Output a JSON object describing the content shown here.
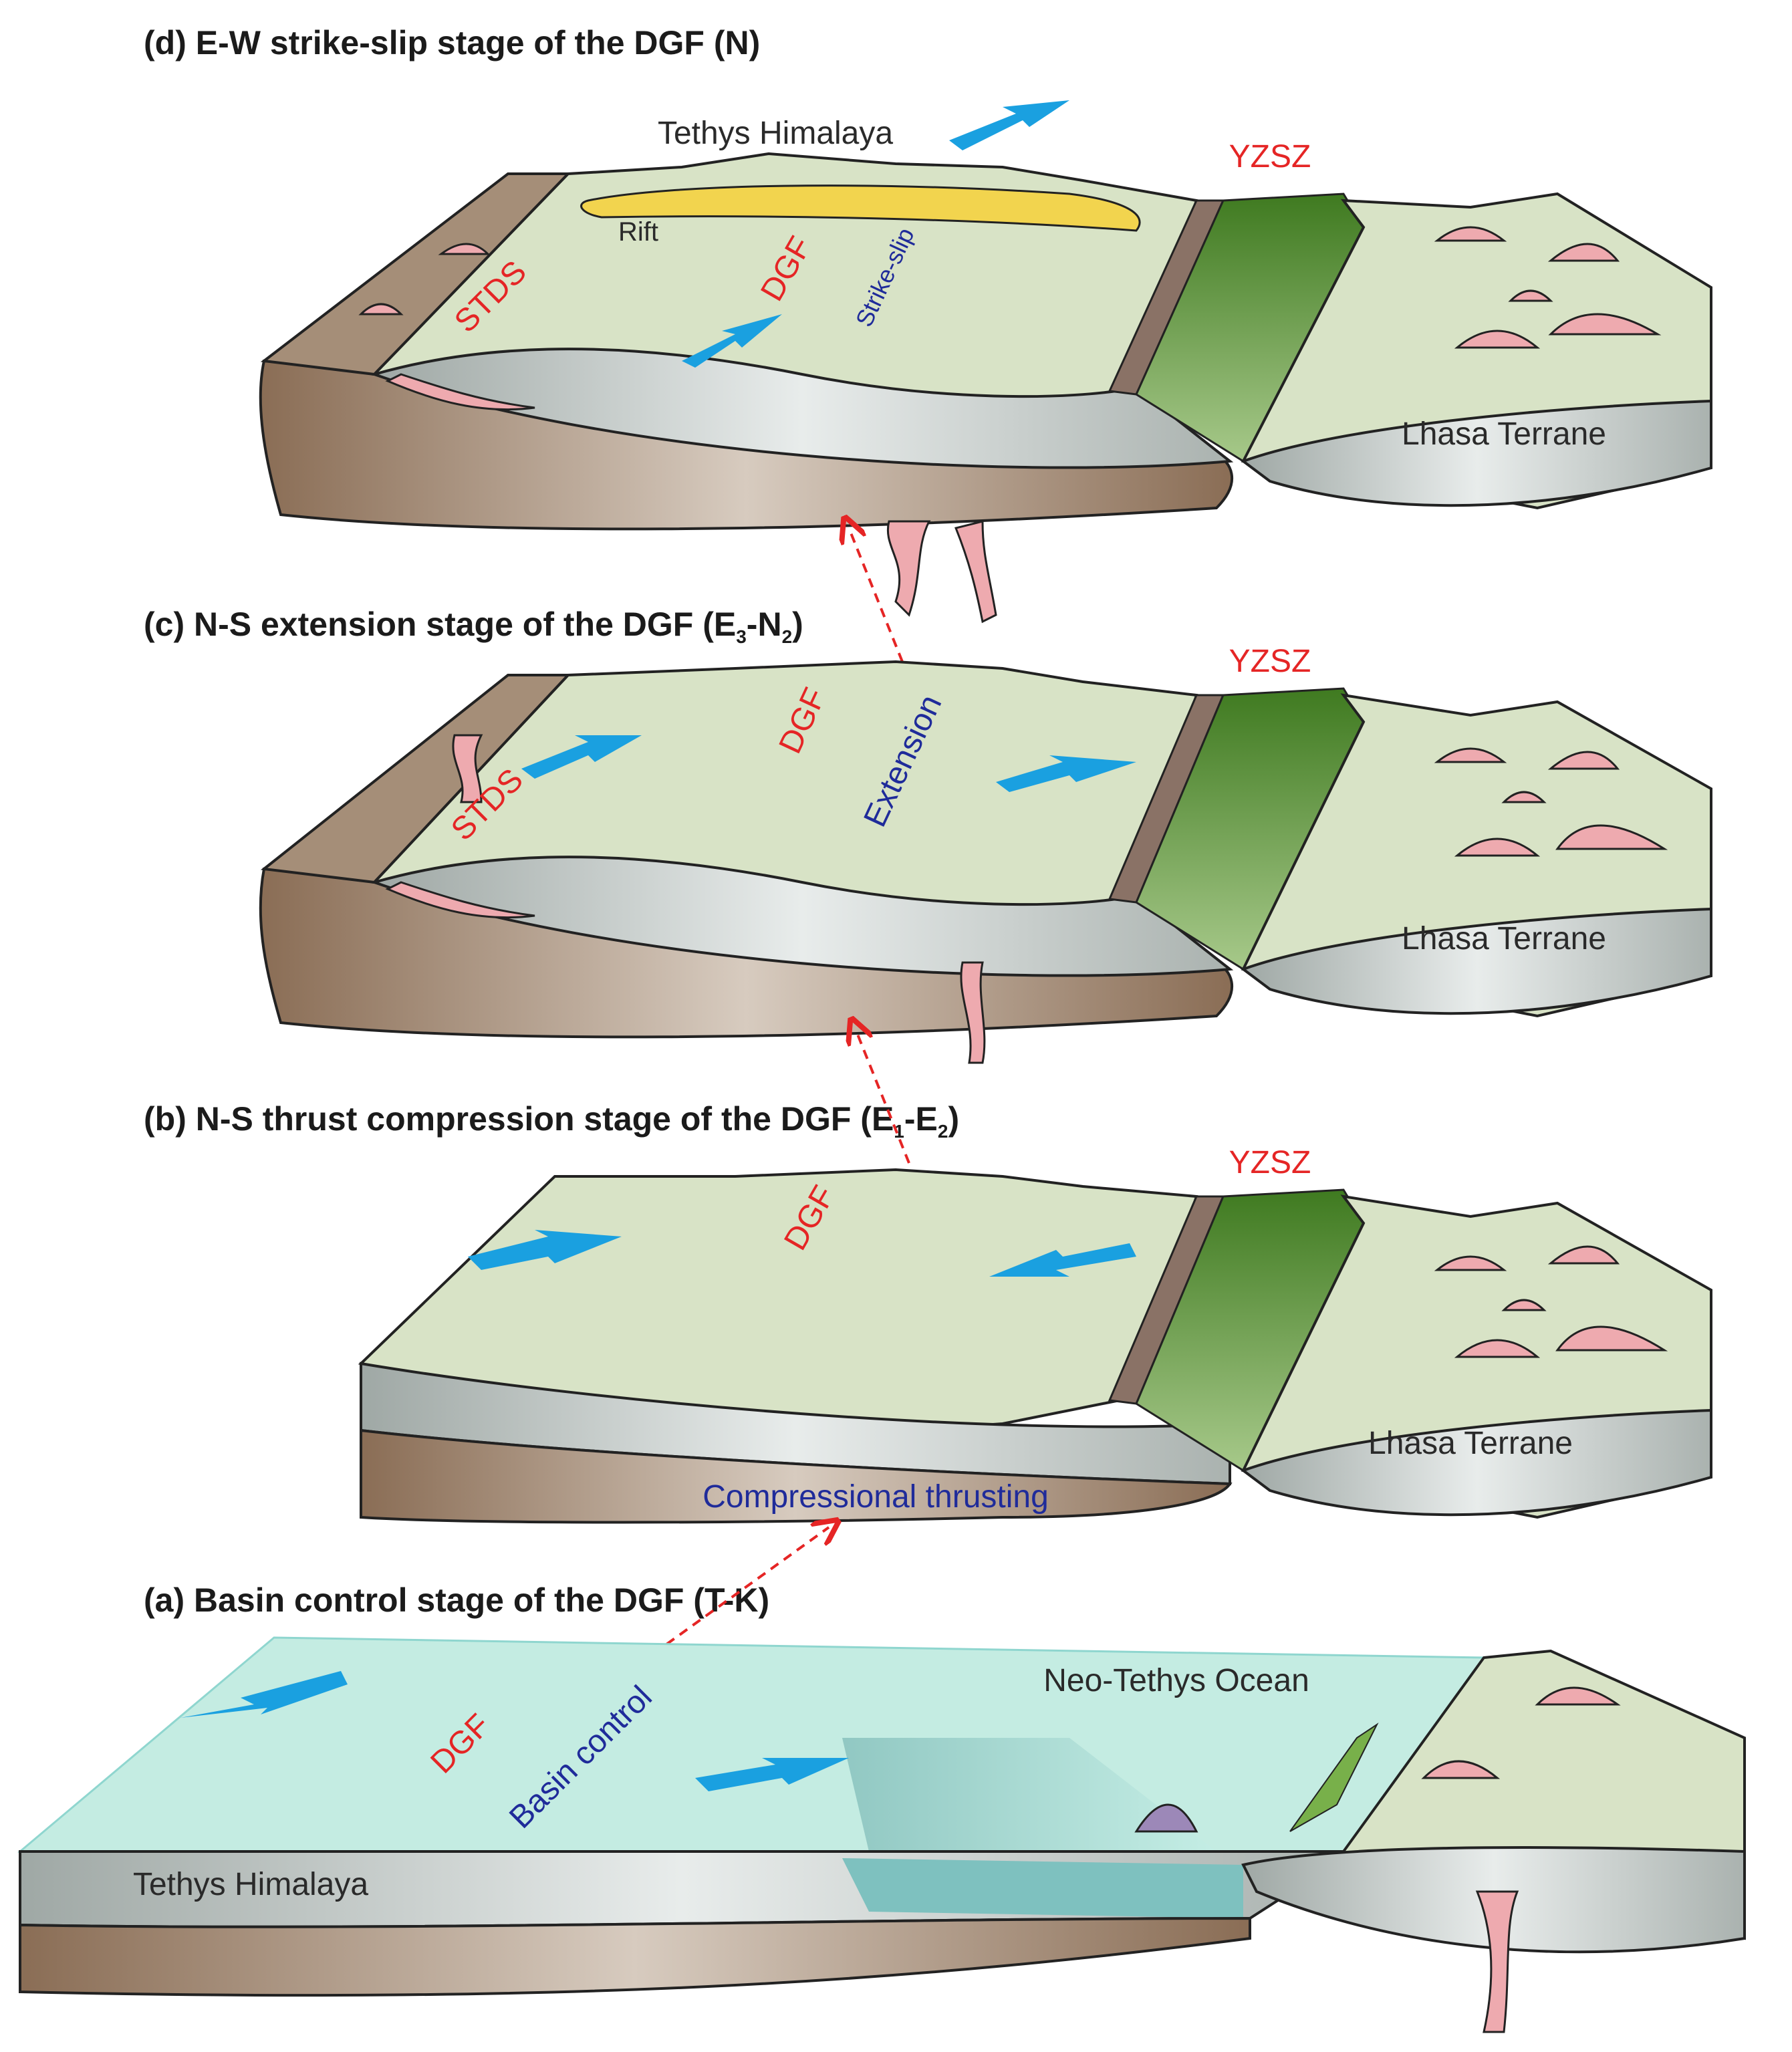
{
  "panels": {
    "d": {
      "title_prefix": "(d) E-W strike-slip stage of the DGF (N)",
      "labels": {
        "tethys": "Tethys Himalaya",
        "yzsz": "YZSZ",
        "rift": "Rift",
        "stds": "STDS",
        "dgf": "DGF",
        "strike_slip": "Strike-slip",
        "lhasa": "Lhasa Terrane"
      }
    },
    "c": {
      "title_prefix": "(c) N-S extension stage of the DGF (E",
      "sub1": "3",
      "mid": "-N",
      "sub2": "2",
      "suffix": ")",
      "labels": {
        "yzsz": "YZSZ",
        "stds": "STDS",
        "dgf": "DGF",
        "extension": "Extension",
        "lhasa": "Lhasa Terrane"
      }
    },
    "b": {
      "title_prefix": "(b) N-S thrust compression stage of the DGF (E",
      "sub1": "1",
      "mid": "-E",
      "sub2": "2",
      "suffix": ")",
      "labels": {
        "yzsz": "YZSZ",
        "dgf": "DGF",
        "compressional": "Compressional thrusting",
        "lhasa": "Lhasa Terrane"
      }
    },
    "a": {
      "title_prefix": "(a) Basin control stage of the DGF (T-K)",
      "labels": {
        "ocean": "Neo-Tethys Ocean",
        "dgf": "DGF",
        "basin_control": "Basin control",
        "tethys": "Tethys Himalaya"
      }
    }
  },
  "colors": {
    "surface": "#d8e3c6",
    "section_grey": "#c9d0cd",
    "basement_brown": "#a58e78",
    "pink_granite": "#eeaaaf",
    "suture_green": "#4f8a2a",
    "suture_brown": "#8a7266",
    "arrow_blue": "#1aa0e0",
    "label_red": "#e52525",
    "label_blue": "#1f2b9a",
    "rift_yellow": "#f2d44e",
    "ocean_teal": "#b9ecdf"
  }
}
